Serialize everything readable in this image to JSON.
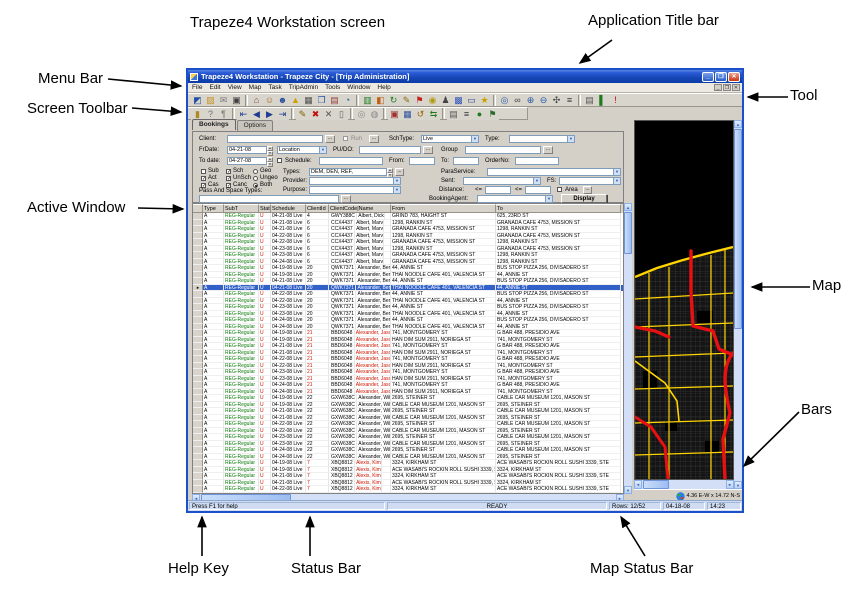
{
  "annotations": {
    "heading": "Trapeze4 Workstation screen",
    "labels": [
      {
        "id": "application-title-bar",
        "text": "Application Title bar"
      },
      {
        "id": "menu-bar",
        "text": "Menu Bar"
      },
      {
        "id": "screen-toolbar",
        "text": "Screen Toolbar"
      },
      {
        "id": "tool",
        "text": "Tool"
      },
      {
        "id": "active-window",
        "text": "Active Window"
      },
      {
        "id": "map",
        "text": "Map"
      },
      {
        "id": "bars",
        "text": "Bars"
      },
      {
        "id": "help-key",
        "text": "Help Key"
      },
      {
        "id": "status-bar",
        "text": "Status Bar"
      },
      {
        "id": "map-status-bar",
        "text": "Map Status Bar"
      }
    ]
  },
  "window": {
    "title": "Trapeze4 Workstation - Trapeze City - [Trip Administration]",
    "controls": {
      "minimize": "_",
      "maximize": "❐",
      "close": "✕"
    },
    "menu_items": [
      "File",
      "Edit",
      "View",
      "Map",
      "Task",
      "TripAdmin",
      "Tools",
      "Window",
      "Help"
    ],
    "mdi_controls": {
      "minimize": "_",
      "restore": "❐",
      "close": "✕"
    }
  },
  "toolbar_main": {
    "icons": [
      {
        "name": "database-icon",
        "glyph": "◩",
        "color": "#1f4f9f"
      },
      {
        "name": "open-folder-icon",
        "glyph": "▨",
        "color": "#c89020"
      },
      {
        "name": "mail-icon",
        "glyph": "✉",
        "color": "#7a7a7a"
      },
      {
        "name": "monitor-icon",
        "glyph": "▣",
        "color": "#404040"
      },
      {
        "sep": true
      },
      {
        "name": "depot-icon",
        "glyph": "⌂",
        "color": "#8a4040"
      },
      {
        "name": "client-icon",
        "glyph": "☺",
        "color": "#b06820"
      },
      {
        "name": "operator-icon",
        "glyph": "☻",
        "color": "#3050a0"
      },
      {
        "name": "warning-icon",
        "glyph": "▲",
        "color": "#d0a000"
      },
      {
        "name": "grid-icon",
        "glyph": "▦",
        "color": "#505050"
      },
      {
        "name": "copy-run-icon",
        "glyph": "❐",
        "color": "#2858a8"
      },
      {
        "name": "calendar-icon",
        "glyph": "▤",
        "color": "#963c3c"
      },
      {
        "name": "clock-icon",
        "glyph": "◔",
        "color": "#2858a8"
      },
      {
        "sep": true
      },
      {
        "name": "chart-icon",
        "glyph": "▥",
        "color": "#1e7a1e"
      },
      {
        "name": "map-window-icon",
        "glyph": "◧",
        "color": "#c06010"
      },
      {
        "name": "refresh-icon",
        "glyph": "↻",
        "color": "#1e7a1e"
      },
      {
        "name": "edit-trip-icon",
        "glyph": "✎",
        "color": "#8a6a00"
      },
      {
        "name": "flag-icon",
        "glyph": "⚑",
        "color": "#c02020"
      },
      {
        "name": "pushpin-icon",
        "glyph": "◉",
        "color": "#b09a10"
      },
      {
        "name": "group-icon",
        "glyph": "♟",
        "color": "#444444"
      },
      {
        "name": "scheduling-table-icon",
        "glyph": "▩",
        "color": "#3355bb"
      },
      {
        "name": "vehicle-icon",
        "glyph": "▭",
        "color": "#324a90"
      },
      {
        "name": "favorite-icon",
        "glyph": "★",
        "color": "#c8a000"
      },
      {
        "sep": true
      },
      {
        "name": "find-icon",
        "glyph": "◎",
        "color": "#2858a8"
      },
      {
        "name": "binoculars-icon",
        "glyph": "∞",
        "color": "#444444"
      },
      {
        "name": "zoom-in-icon",
        "glyph": "⊕",
        "color": "#2858a8"
      },
      {
        "name": "zoom-out-icon",
        "glyph": "⊖",
        "color": "#2858a8"
      },
      {
        "name": "pan-icon",
        "glyph": "✣",
        "color": "#444444"
      },
      {
        "name": "layers-icon",
        "glyph": "≡",
        "color": "#333333"
      },
      {
        "sep": true
      },
      {
        "name": "print-icon",
        "glyph": "▤",
        "color": "#555555"
      },
      {
        "name": "stats-icon",
        "glyph": "▌",
        "color": "#1e7a1e"
      },
      {
        "name": "alert-icon",
        "glyph": "!",
        "color": "#c00000"
      }
    ]
  },
  "toolbar_screen": {
    "icons": [
      {
        "name": "bookmark-icon",
        "glyph": "▮",
        "color": "#b08820"
      },
      {
        "name": "context-help-icon",
        "glyph": "?",
        "color": "#707070"
      },
      {
        "name": "key-icon",
        "glyph": "¶",
        "color": "#777777"
      },
      {
        "sep": true
      },
      {
        "name": "first-record-icon",
        "glyph": "⇤",
        "color": "#203a90"
      },
      {
        "name": "previous-record-icon",
        "glyph": "◀",
        "color": "#203a90"
      },
      {
        "name": "next-record-icon",
        "glyph": "▶",
        "color": "#203a90"
      },
      {
        "name": "last-record-icon",
        "glyph": "⇥",
        "color": "#203a90"
      },
      {
        "sep": true
      },
      {
        "name": "edit-record-icon",
        "glyph": "✎",
        "color": "#806000"
      },
      {
        "name": "delete-record-icon",
        "glyph": "✖",
        "color": "#c01010"
      },
      {
        "name": "cancel-record-icon",
        "glyph": "✕",
        "color": "#555555"
      },
      {
        "name": "new-record-icon",
        "glyph": "▯",
        "color": "#666666"
      },
      {
        "sep": true
      },
      {
        "name": "search-icon",
        "glyph": "◎",
        "color": "#888888"
      },
      {
        "name": "search-next-icon",
        "glyph": "◍",
        "color": "#888888"
      },
      {
        "sep": true
      },
      {
        "name": "trip-monitor-icon",
        "glyph": "▣",
        "color": "#a03030"
      },
      {
        "name": "booking-calendar-icon",
        "glyph": "▦",
        "color": "#3050a0"
      },
      {
        "name": "undo-icon",
        "glyph": "↺",
        "color": "#996600"
      },
      {
        "name": "transfer-icon",
        "glyph": "⇆",
        "color": "#1e7a1e"
      },
      {
        "sep": true
      },
      {
        "name": "print-screen-icon",
        "glyph": "▤",
        "color": "#555555"
      },
      {
        "name": "summary-icon",
        "glyph": "≡",
        "color": "#333333"
      },
      {
        "name": "geocode-icon",
        "glyph": "●",
        "color": "#1e7a1e"
      },
      {
        "name": "itinerary-icon",
        "glyph": "⚑",
        "color": "#2a6a2a"
      }
    ]
  },
  "tabs": [
    {
      "label": "Bookings",
      "active": true
    },
    {
      "label": "Options",
      "active": false
    }
  ],
  "form": {
    "client_label": "Client:",
    "client_value": "",
    "run_label": "Run",
    "schtype_label": "SchType:",
    "schtype_value": "Live",
    "type_label": "Type:",
    "type_value": "",
    "frdate_label": "FrDate:",
    "frdate_value": "04-21-08",
    "location_value": "Location",
    "pudo_label": "PU/DO:",
    "pudo_value": "",
    "group_label": "Group",
    "group_value": "",
    "todate_label": "To date:",
    "todate_value": "04-27-08",
    "schedule_label": "Schedule:",
    "schedule_value": "",
    "from_label": "From:",
    "from_value": "",
    "to_label": "To:",
    "to_value": "",
    "orderno_label": "OrderNo:",
    "orderno_value": "",
    "filter_cols": [
      {
        "type": "checkbox",
        "items": [
          {
            "label": "Sub",
            "checked": false
          },
          {
            "label": "Act",
            "checked": true
          },
          {
            "label": "Cas",
            "checked": true
          }
        ]
      },
      {
        "type": "checkbox",
        "items": [
          {
            "label": "Sch",
            "checked": true
          },
          {
            "label": "UnSch",
            "checked": true
          },
          {
            "label": "Canc",
            "checked": true
          }
        ]
      },
      {
        "type": "radio",
        "items": [
          {
            "label": "Geo",
            "checked": false
          },
          {
            "label": "Ungeo",
            "checked": false
          },
          {
            "label": "Both",
            "checked": true
          }
        ]
      }
    ],
    "types_label": "Types:",
    "types_value": "DEM, DEN, REF,",
    "paraservice_label": "ParaService:",
    "paraservice_value": "",
    "provider_label": "Provider:",
    "provider_value": "",
    "sent_label": "Sent:",
    "sent_value": "",
    "fs_label": "FS:",
    "fs_value": "",
    "purpose_label": "Purpose:",
    "purpose_value": "",
    "distance_label": "Distance:",
    "lte": "<=",
    "area_label": "Area",
    "pass_types_label": "Pass And Space Types:",
    "pass_types_value": "",
    "bookingagent_label": "BookingAgent:",
    "bookingagent_value": "",
    "display_button": "Display"
  },
  "table": {
    "headers": [
      "Type",
      "SubT",
      "Stat",
      "Schedule",
      "ClientId",
      "ClientCode|Name",
      "From",
      "To"
    ],
    "selected_index": 11,
    "alert_client_ids": [
      "21",
      "7"
    ],
    "rows": [
      [
        "A",
        "REG-Regular",
        "U",
        "04-21-08 Live",
        "4",
        "GWY388C",
        "Albert, Dick",
        "GRIND 783, HAIGHT ST",
        "625, 23RD ST"
      ],
      [
        "A",
        "REG-Regular",
        "U",
        "04-21-08 Live",
        "6",
        "CCX4437",
        "Albert, Marv",
        "1298, RANKIN ST",
        "GRANADA CAFE 4753, MISSION ST"
      ],
      [
        "A",
        "REG-Regular",
        "U",
        "04-21-08 Live",
        "6",
        "CCX4437",
        "Albert, Marv",
        "GRANADA CAFE 4753, MISSION ST",
        "1298, RANKIN ST"
      ],
      [
        "A",
        "REG-Regular",
        "U",
        "04-22-08 Live",
        "6",
        "CCX4437",
        "Albert, Marv",
        "1298, RANKIN ST",
        "GRANADA CAFE 4753, MISSION ST"
      ],
      [
        "A",
        "REG-Regular",
        "U",
        "04-22-08 Live",
        "6",
        "CCX4437",
        "Albert, Marv",
        "GRANADA CAFE 4753, MISSION ST",
        "1298, RANKIN ST"
      ],
      [
        "A",
        "REG-Regular",
        "U",
        "04-23-08 Live",
        "6",
        "CCX4437",
        "Albert, Marv",
        "1298, RANKIN ST",
        "GRANADA CAFE 4753, MISSION ST"
      ],
      [
        "A",
        "REG-Regular",
        "U",
        "04-23-08 Live",
        "6",
        "CCX4437",
        "Albert, Marv",
        "GRANADA CAFE 4753, MISSION ST",
        "1298, RANKIN ST"
      ],
      [
        "A",
        "REG-Regular",
        "U",
        "04-24-08 Live",
        "6",
        "CCX4437",
        "Albert, Marv",
        "GRANADA CAFE 4753, MISSION ST",
        "1298, RANKIN ST"
      ],
      [
        "A",
        "REG-Regular",
        "U",
        "04-19-08 Live",
        "20",
        "QWK7371",
        "Alexander, Ben",
        "44, ANNIE ST",
        "BUS STOP PIZZA 256, DIVISADERO ST"
      ],
      [
        "A",
        "REG-Regular",
        "U",
        "04-19-08 Live",
        "20",
        "QWK7371",
        "Alexander, Ben",
        "THAI NOODLE CAFE 401, VALENCIA ST",
        "44, ANNIE ST"
      ],
      [
        "A",
        "REG-Regular",
        "U",
        "04-21-08 Live",
        "20",
        "QWK7371",
        "Alexander, Ben",
        "44, ANNIE ST",
        "BUS STOP PIZZA 256, DIVISADERO ST"
      ],
      [
        "A",
        "REG-Regular",
        "U",
        "04-21-08 Live",
        "20",
        "QWK7371",
        "Alexander, Ben",
        "THAI NOODLE CAFE 401, VALENCIA ST",
        "44, ANNIE ST"
      ],
      [
        "A",
        "REG-Regular",
        "U",
        "04-22-08 Live",
        "20",
        "QWK7371",
        "Alexander, Ben",
        "44, ANNIE ST",
        "BUS STOP PIZZA 256, DIVISADERO ST"
      ],
      [
        "A",
        "REG-Regular",
        "U",
        "04-22-08 Live",
        "20",
        "QWK7371",
        "Alexander, Ben",
        "THAI NOODLE CAFE 401, VALENCIA ST",
        "44, ANNIE ST"
      ],
      [
        "A",
        "REG-Regular",
        "U",
        "04-23-08 Live",
        "20",
        "QWK7371",
        "Alexander, Ben",
        "44, ANNIE ST",
        "BUS STOP PIZZA 256, DIVISADERO ST"
      ],
      [
        "A",
        "REG-Regular",
        "U",
        "04-23-08 Live",
        "20",
        "QWK7371",
        "Alexander, Ben",
        "THAI NOODLE CAFE 401, VALENCIA ST",
        "44, ANNIE ST"
      ],
      [
        "A",
        "REG-Regular",
        "U",
        "04-24-08 Live",
        "20",
        "QWK7371",
        "Alexander, Ben",
        "44, ANNIE ST",
        "BUS STOP PIZZA 256, DIVISADERO ST"
      ],
      [
        "A",
        "REG-Regular",
        "U",
        "04-24-08 Live",
        "20",
        "QWK7371",
        "Alexander, Ben",
        "THAI NOODLE CAFE 401, VALENCIA ST",
        "44, ANNIE ST"
      ],
      [
        "A",
        "REG-Regular",
        "U",
        "04-19-08 Live",
        "21",
        "BBD6048",
        "Alexander, Jason",
        "741, MONTGOMERY ST",
        "G BAR 488, PRESIDIO AVE"
      ],
      [
        "A",
        "REG-Regular",
        "U",
        "04-19-08 Live",
        "21",
        "BBD6048",
        "Alexander, Jason",
        "HAN DIM SUM 2911, NORIEGA ST",
        "741, MONTGOMERY ST"
      ],
      [
        "A",
        "REG-Regular",
        "U",
        "04-21-08 Live",
        "21",
        "BBD6048",
        "Alexander, Jason",
        "741, MONTGOMERY ST",
        "G BAR 488, PRESIDIO AVE"
      ],
      [
        "A",
        "REG-Regular",
        "U",
        "04-21-08 Live",
        "21",
        "BBD6048",
        "Alexander, Jason",
        "HAN DIM SUM 2911, NORIEGA ST",
        "741, MONTGOMERY ST"
      ],
      [
        "A",
        "REG-Regular",
        "U",
        "04-22-08 Live",
        "21",
        "BBD6048",
        "Alexander, Jason",
        "741, MONTGOMERY ST",
        "G BAR 488, PRESIDIO AVE"
      ],
      [
        "A",
        "REG-Regular",
        "U",
        "04-22-08 Live",
        "21",
        "BBD6048",
        "Alexander, Jason",
        "HAN DIM SUM 2911, NORIEGA ST",
        "741, MONTGOMERY ST"
      ],
      [
        "A",
        "REG-Regular",
        "U",
        "04-23-08 Live",
        "21",
        "BBD6048",
        "Alexander, Jason",
        "741, MONTGOMERY ST",
        "G BAR 488, PRESIDIO AVE"
      ],
      [
        "A",
        "REG-Regular",
        "U",
        "04-23-08 Live",
        "21",
        "BBD6048",
        "Alexander, Jason",
        "HAN DIM SUM 2911, NORIEGA ST",
        "741, MONTGOMERY ST"
      ],
      [
        "A",
        "REG-Regular",
        "U",
        "04-24-08 Live",
        "21",
        "BBD6048",
        "Alexander, Jason",
        "741, MONTGOMERY ST",
        "G BAR 488, PRESIDIO AVE"
      ],
      [
        "A",
        "REG-Regular",
        "U",
        "04-24-08 Live",
        "21",
        "BBD6048",
        "Alexander, Jason",
        "HAN DIM SUM 2911, NORIEGA ST",
        "741, MONTGOMERY ST"
      ],
      [
        "A",
        "REG-Regular",
        "U",
        "04-19-08 Live",
        "22",
        "GXW638C",
        "Alexander, William",
        "2695, STEINER ST",
        "CABLE CAR MUSEUM 1201, MASON ST"
      ],
      [
        "A",
        "REG-Regular",
        "U",
        "04-19-08 Live",
        "22",
        "GXW638C",
        "Alexander, William",
        "CABLE CAR MUSEUM 1201, MASON ST",
        "2695, STEINER ST"
      ],
      [
        "A",
        "REG-Regular",
        "U",
        "04-21-08 Live",
        "22",
        "GXW638C",
        "Alexander, William",
        "2695, STEINER ST",
        "CABLE CAR MUSEUM 1201, MASON ST"
      ],
      [
        "A",
        "REG-Regular",
        "U",
        "04-21-08 Live",
        "22",
        "GXW638C",
        "Alexander, William",
        "CABLE CAR MUSEUM 1201, MASON ST",
        "2695, STEINER ST"
      ],
      [
        "A",
        "REG-Regular",
        "U",
        "04-22-08 Live",
        "22",
        "GXW638C",
        "Alexander, William",
        "2695, STEINER ST",
        "CABLE CAR MUSEUM 1201, MASON ST"
      ],
      [
        "A",
        "REG-Regular",
        "U",
        "04-22-08 Live",
        "22",
        "GXW638C",
        "Alexander, William",
        "CABLE CAR MUSEUM 1201, MASON ST",
        "2695, STEINER ST"
      ],
      [
        "A",
        "REG-Regular",
        "U",
        "04-23-08 Live",
        "22",
        "GXW638C",
        "Alexander, William",
        "2695, STEINER ST",
        "CABLE CAR MUSEUM 1201, MASON ST"
      ],
      [
        "A",
        "REG-Regular",
        "U",
        "04-23-08 Live",
        "22",
        "GXW638C",
        "Alexander, William",
        "CABLE CAR MUSEUM 1201, MASON ST",
        "2695, STEINER ST"
      ],
      [
        "A",
        "REG-Regular",
        "U",
        "04-24-08 Live",
        "22",
        "GXW638C",
        "Alexander, William",
        "2695, STEINER ST",
        "CABLE CAR MUSEUM 1201, MASON ST"
      ],
      [
        "A",
        "REG-Regular",
        "U",
        "04-24-08 Live",
        "22",
        "GXW638C",
        "Alexander, William",
        "CABLE CAR MUSEUM 1201, MASON ST",
        "2695, STEINER ST"
      ],
      [
        "A",
        "REG-Regular",
        "U",
        "04-19-08 Live",
        "7",
        "XBQ8812",
        "Alexis, Kim",
        "3324, KIRKHAM ST",
        "ACE WASABI'S ROCKIN ROLL SUSHI 3339, STE"
      ],
      [
        "A",
        "REG-Regular",
        "U",
        "04-19-08 Live",
        "7",
        "XBQ8812",
        "Alexis, Kim",
        "ACE WASABI'S ROCKIN ROLL SUSHI 3339, STE",
        "3324, KIRKHAM ST"
      ],
      [
        "A",
        "REG-Regular",
        "U",
        "04-21-08 Live",
        "7",
        "XBQ8812",
        "Alexis, Kim",
        "3324, KIRKHAM ST",
        "ACE WASABI'S ROCKIN ROLL SUSHI 3339, STE"
      ],
      [
        "A",
        "REG-Regular",
        "U",
        "04-21-08 Live",
        "7",
        "XBQ8812",
        "Alexis, Kim",
        "ACE WASABI'S ROCKIN ROLL SUSHI 3339, STE",
        "3324, KIRKHAM ST"
      ],
      [
        "A",
        "REG-Regular",
        "U",
        "04-22-08 Live",
        "7",
        "XBQ8812",
        "Alexis, Kim",
        "3324, KIRKHAM ST",
        "ACE WASABI'S ROCKIN ROLL SUSHI 3339, STE"
      ]
    ]
  },
  "map": {
    "scale_label": "4.36 E-W x 14.72 N-S",
    "colors": {
      "background": "#000000",
      "street_grid": "#464646",
      "road_major": "#ffd400",
      "highway": "#e81010"
    }
  },
  "status_bar": {
    "help": "Press F1 for help",
    "ready": "READY",
    "rows": "Rows: 12/52",
    "date": "04-18-08",
    "time": "14:23"
  },
  "ui": {
    "glyphs": {
      "up": "▲",
      "down": "▼",
      "left": "◄",
      "right": "►",
      "dropdown": "▼",
      "ellipsis": "...",
      "check": "✓",
      "row_marker": "►",
      "spin_up": "▲",
      "spin_down": "▼"
    }
  }
}
